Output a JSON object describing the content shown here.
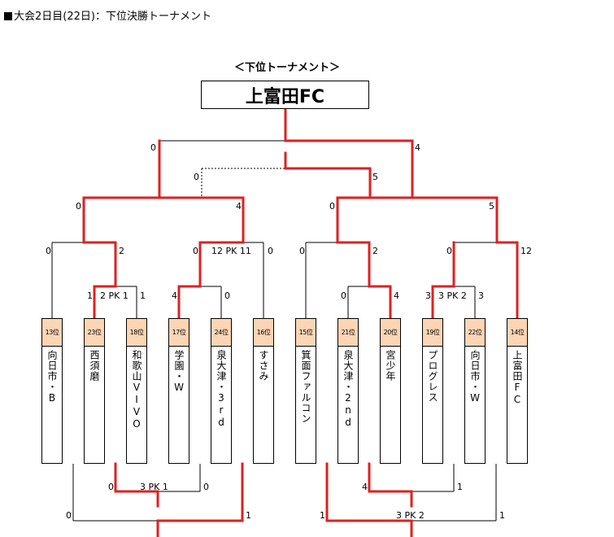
{
  "page_title": "大会2日目(22日)：下位決勝トーナメント",
  "tournament_label": "＜下位トーナメント＞",
  "champion": "上富田FC",
  "teams": [
    {
      "rank": "13位",
      "name": "向日市・B"
    },
    {
      "rank": "23位",
      "name": "西須磨"
    },
    {
      "rank": "18位",
      "name": "和歌山VIVO"
    },
    {
      "rank": "17位",
      "name": "学園・W"
    },
    {
      "rank": "24位",
      "name": "泉大津・3rd"
    },
    {
      "rank": "16位",
      "name": "すさみ"
    },
    {
      "rank": "15位",
      "name": "箕面ファルコン"
    },
    {
      "rank": "21位",
      "name": "泉大津・2nd"
    },
    {
      "rank": "20位",
      "name": "宮少年"
    },
    {
      "rank": "19位",
      "name": "プログレス"
    },
    {
      "rank": "22位",
      "name": "向日市・W"
    },
    {
      "rank": "14位",
      "name": "上富田FC"
    }
  ],
  "scores": {
    "final_left": "0",
    "final_right": "4",
    "extra_left": "0",
    "extra_right": "5",
    "sf1_left": "0",
    "sf1_right": "4",
    "sf2_left": "0",
    "sf2_right": "5",
    "qf1_left": "0",
    "qf1_right": "2",
    "qf2_left": "0",
    "qf2_mid": "12 PK 11",
    "qf2_right": "0",
    "qf3_left": "0",
    "qf3_right": "2",
    "qf4_left": "0",
    "qf4_right": "12",
    "r1a_left": "1",
    "r1a_mid": "2 PK 1",
    "r1a_right": "1",
    "r1b_left": "4",
    "r1b_right": "0",
    "r1c_left": "0",
    "r1c_right": "4",
    "r1d_left": "3",
    "r1d_mid": "3 PK 2",
    "r1d_right": "3",
    "b1_left": "0",
    "b1_mid": "3 PK 1",
    "b1_right": "0",
    "b2_left": "4",
    "b2_right": "1",
    "b3_left": "0",
    "b3_right": "1",
    "b4_left": "1",
    "b4_mid": "3 PK 2",
    "b4_right": "1"
  }
}
